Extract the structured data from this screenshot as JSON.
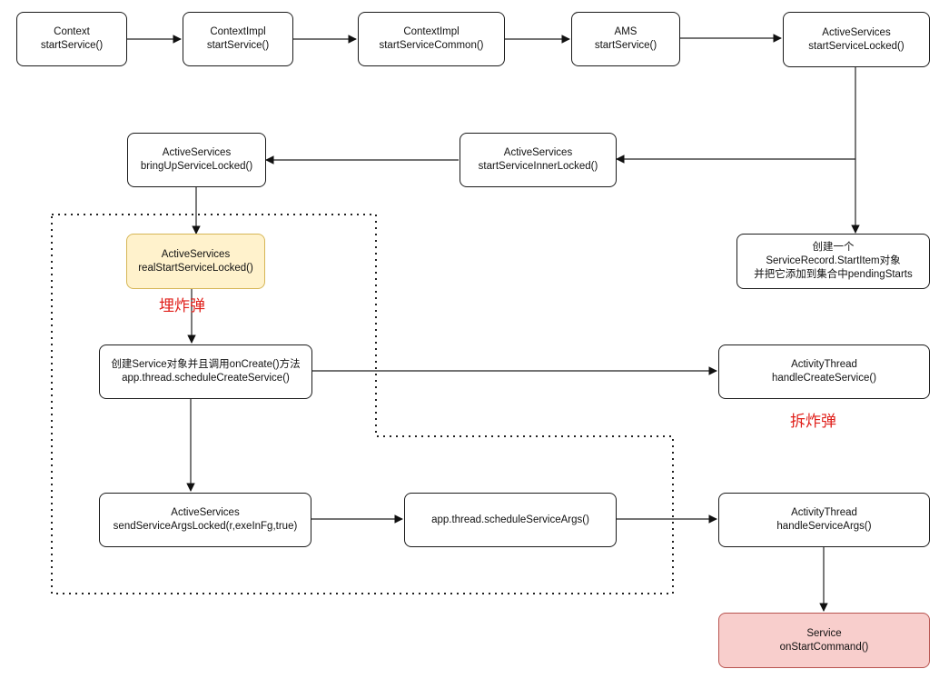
{
  "colors": {
    "node_fill": "#ffffff",
    "node_stroke": "#1a1a1a",
    "highlight_fill": "#fff2cc",
    "highlight_stroke": "#d6b656",
    "target_fill": "#f8cecc",
    "target_stroke": "#b85450",
    "annotation_text": "#e0201b"
  },
  "nodes": {
    "context_start": {
      "line1": "Context",
      "line2": "startService()"
    },
    "contextimpl_start": {
      "line1": "ContextImpl",
      "line2": "startService()"
    },
    "contextimpl_common": {
      "line1": "ContextImpl",
      "line2": "startServiceCommon()"
    },
    "ams_start": {
      "line1": "AMS",
      "line2": "startService()"
    },
    "as_start_locked": {
      "line1": "ActiveServices",
      "line2": "startServiceLocked()"
    },
    "as_inner_locked": {
      "line1": "ActiveServices",
      "line2": "startServiceInnerLocked()"
    },
    "as_bringup": {
      "line1": "ActiveServices",
      "line2": "bringUpServiceLocked()"
    },
    "start_item": {
      "line1": "创建一个",
      "line2": "ServiceRecord.StartItem对象",
      "line3": "并把它添加到集合中pendingStarts"
    },
    "as_real_start": {
      "line1": "ActiveServices",
      "line2": "realStartServiceLocked()"
    },
    "create_service": {
      "line1": "创建Service对象并且调用onCreate()方法",
      "line2": "app.thread.scheduleCreateService()"
    },
    "at_handle_create": {
      "line1": "ActivityThread",
      "line2": "handleCreateService()"
    },
    "as_send_args": {
      "line1": "ActiveServices",
      "line2": "sendServiceArgsLocked(r,exeInFg,true)"
    },
    "schedule_args": {
      "line1": "app.thread.scheduleServiceArgs()"
    },
    "at_handle_args": {
      "line1": "ActivityThread",
      "line2": "handleServiceArgs()"
    },
    "service_onstart": {
      "line1": "Service",
      "line2": "onStartCommand()"
    }
  },
  "annotations": {
    "bury_bomb": "埋炸弹",
    "defuse_bomb": "拆炸弹"
  },
  "edges": [
    {
      "from": "context_start",
      "to": "contextimpl_start"
    },
    {
      "from": "contextimpl_start",
      "to": "contextimpl_common"
    },
    {
      "from": "contextimpl_common",
      "to": "ams_start"
    },
    {
      "from": "ams_start",
      "to": "as_start_locked"
    },
    {
      "from": "as_start_locked",
      "to": "start_item"
    },
    {
      "from": "as_start_locked",
      "to": "as_inner_locked"
    },
    {
      "from": "as_inner_locked",
      "to": "as_bringup"
    },
    {
      "from": "as_bringup",
      "to": "as_real_start"
    },
    {
      "from": "as_real_start",
      "to": "create_service"
    },
    {
      "from": "create_service",
      "to": "at_handle_create"
    },
    {
      "from": "create_service",
      "to": "as_send_args"
    },
    {
      "from": "as_send_args",
      "to": "schedule_args"
    },
    {
      "from": "schedule_args",
      "to": "at_handle_args"
    },
    {
      "from": "at_handle_args",
      "to": "service_onstart"
    }
  ]
}
